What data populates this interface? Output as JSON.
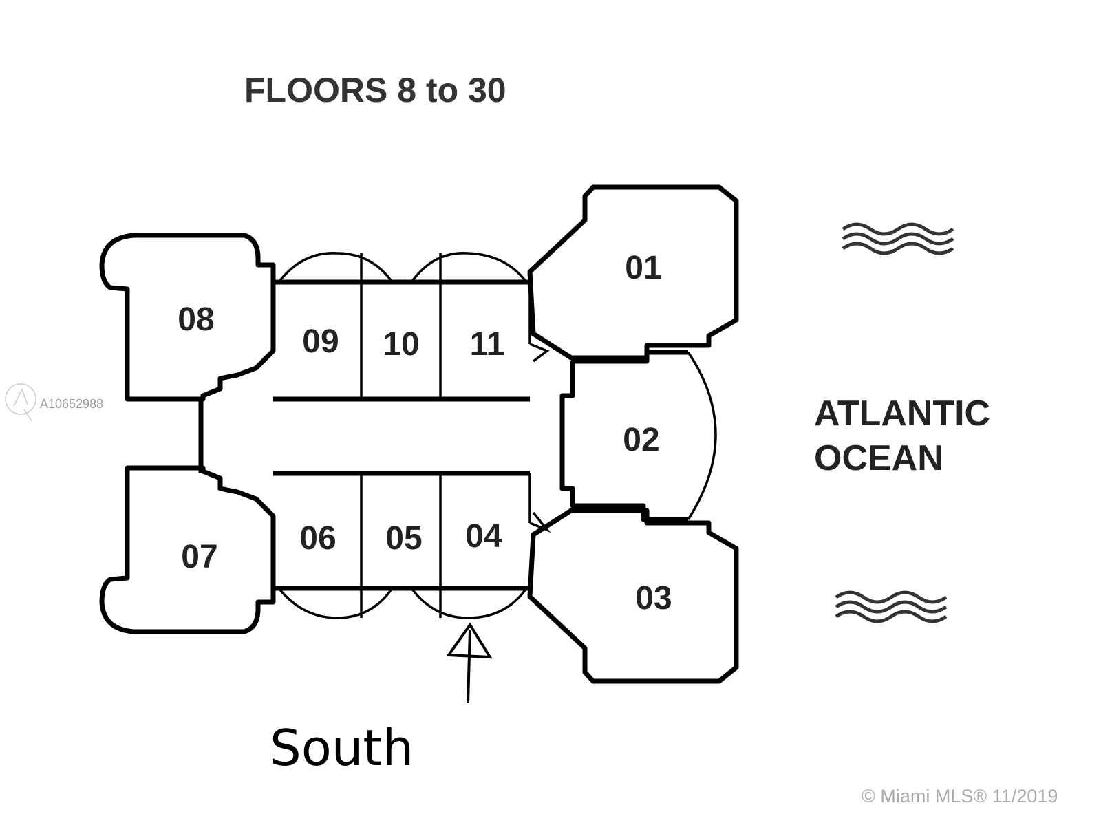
{
  "title": "FLOORS 8 to 30",
  "units": [
    "01",
    "02",
    "03",
    "04",
    "05",
    "06",
    "07",
    "08",
    "09",
    "10",
    "11"
  ],
  "ocean": {
    "line1": "ATLANTIC",
    "line2": "OCEAN"
  },
  "direction_label": "South",
  "watermark": {
    "listing_id": "A10652988"
  },
  "copyright": "© Miami MLS® 11/2019"
}
